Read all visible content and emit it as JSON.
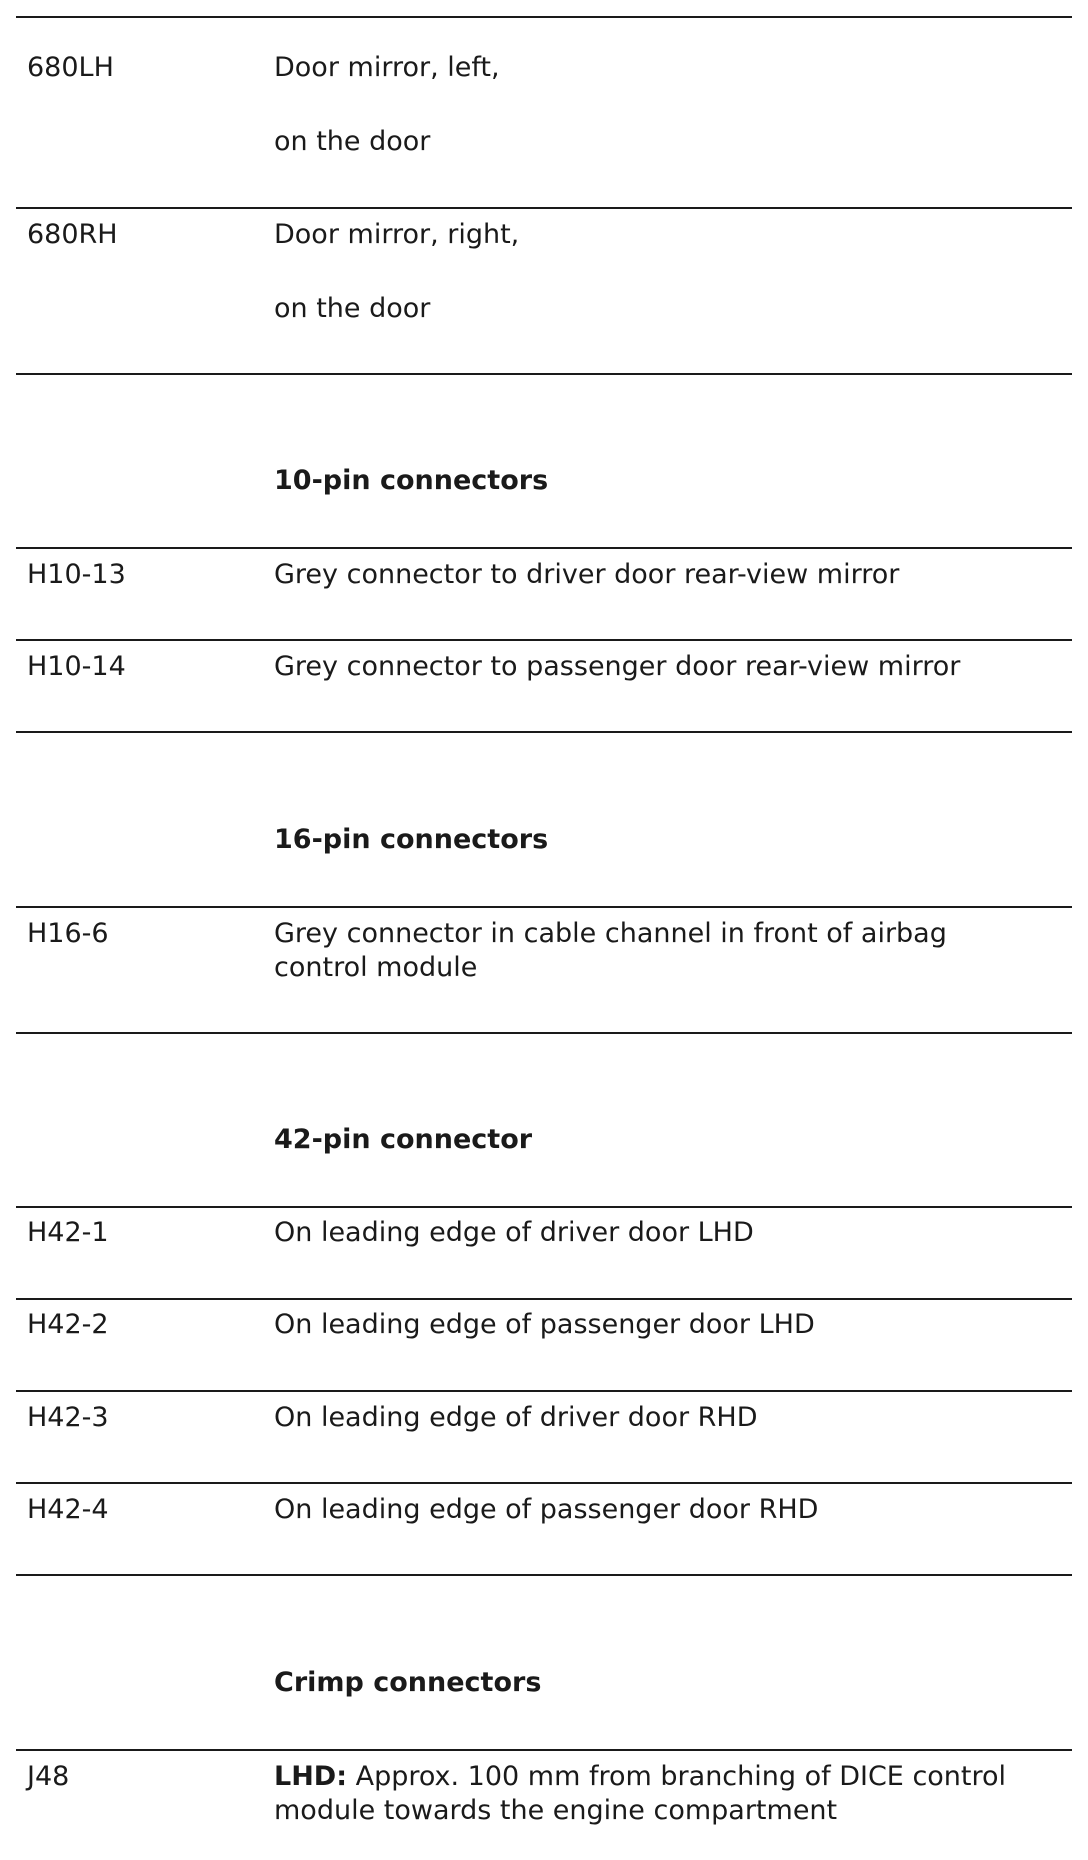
{
  "rows_mirrors": [
    {
      "code": "680LH",
      "line1": "Door mirror, left,",
      "line2": "on the door"
    },
    {
      "code": "680RH",
      "line1": "Door mirror, right,",
      "line2": "on the door"
    }
  ],
  "sections": {
    "ten_pin": {
      "heading": "10-pin connectors",
      "rows": [
        {
          "code": "H10-13",
          "desc": "Grey connector to driver door rear-view mirror"
        },
        {
          "code": "H10-14",
          "desc": "Grey connector to passenger door rear-view mirror"
        }
      ]
    },
    "sixteen_pin": {
      "heading": "16-pin connectors",
      "rows": [
        {
          "code": "H16-6",
          "desc_line1": "Grey connector in cable channel in front of airbag",
          "desc_line2": "control module"
        }
      ]
    },
    "fortytwo_pin": {
      "heading": "42-pin connector",
      "rows": [
        {
          "code": "H42-1",
          "desc": "On leading edge of driver door LHD"
        },
        {
          "code": "H42-2",
          "desc": "On leading edge of passenger door LHD"
        },
        {
          "code": "H42-3",
          "desc": "On leading edge of driver door RHD"
        },
        {
          "code": "H42-4",
          "desc": "On leading edge of passenger door RHD"
        }
      ]
    },
    "crimp": {
      "heading": "Crimp connectors",
      "rows": [
        {
          "code": "J48",
          "bold_prefix": "LHD:",
          "desc_line1": " Approx. 100 mm from branching of DICE control",
          "desc_line2": "module towards the engine compartment"
        }
      ]
    }
  }
}
